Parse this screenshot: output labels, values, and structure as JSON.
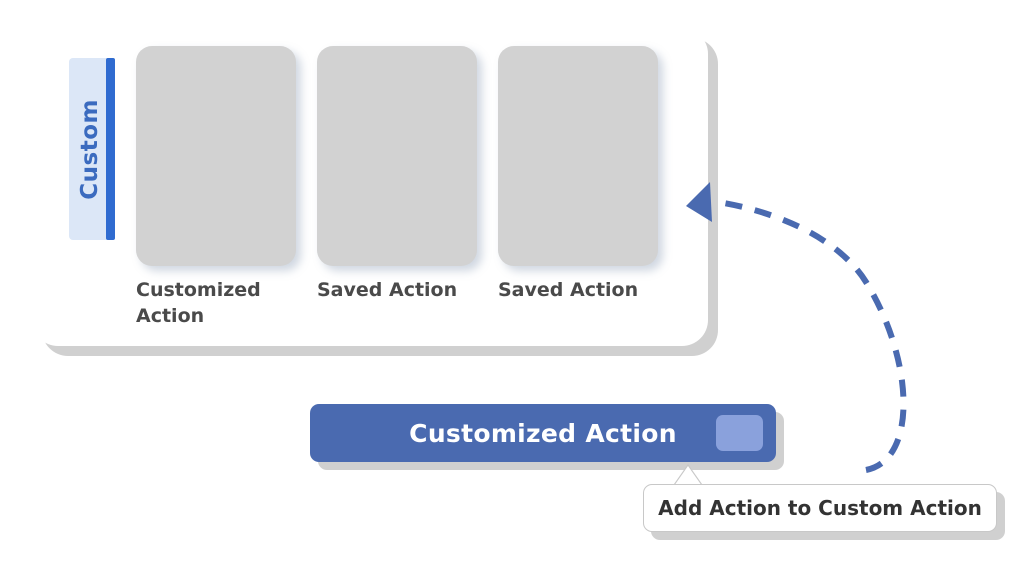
{
  "diagram": {
    "panel": {
      "tab_label": "Custom",
      "cards": [
        {
          "label": "Customized Action",
          "icon": "action-thumbnail-icon"
        },
        {
          "label": "Saved Action",
          "icon": "action-thumbnail-icon"
        },
        {
          "label": "Saved Action",
          "icon": "action-thumbnail-icon"
        }
      ]
    },
    "action_button": {
      "label": "Customized Action",
      "swatch": "color-swatch-icon"
    },
    "tooltip": {
      "label": "Add Action to Custom Action"
    },
    "connector": {
      "icon": "dashed-arrow-icon",
      "style": "dashed-curve"
    },
    "colors": {
      "accent_blue": "#2f6bd0",
      "tab_background": "#dce7f7",
      "tab_text": "#3b6bbf",
      "button_fill": "#4a6ab0",
      "swatch_fill": "#8aa1dc",
      "card_fill": "#d2d2d2",
      "arrow_blue": "#4a6ab0",
      "shadow_gray": "#969696"
    }
  }
}
